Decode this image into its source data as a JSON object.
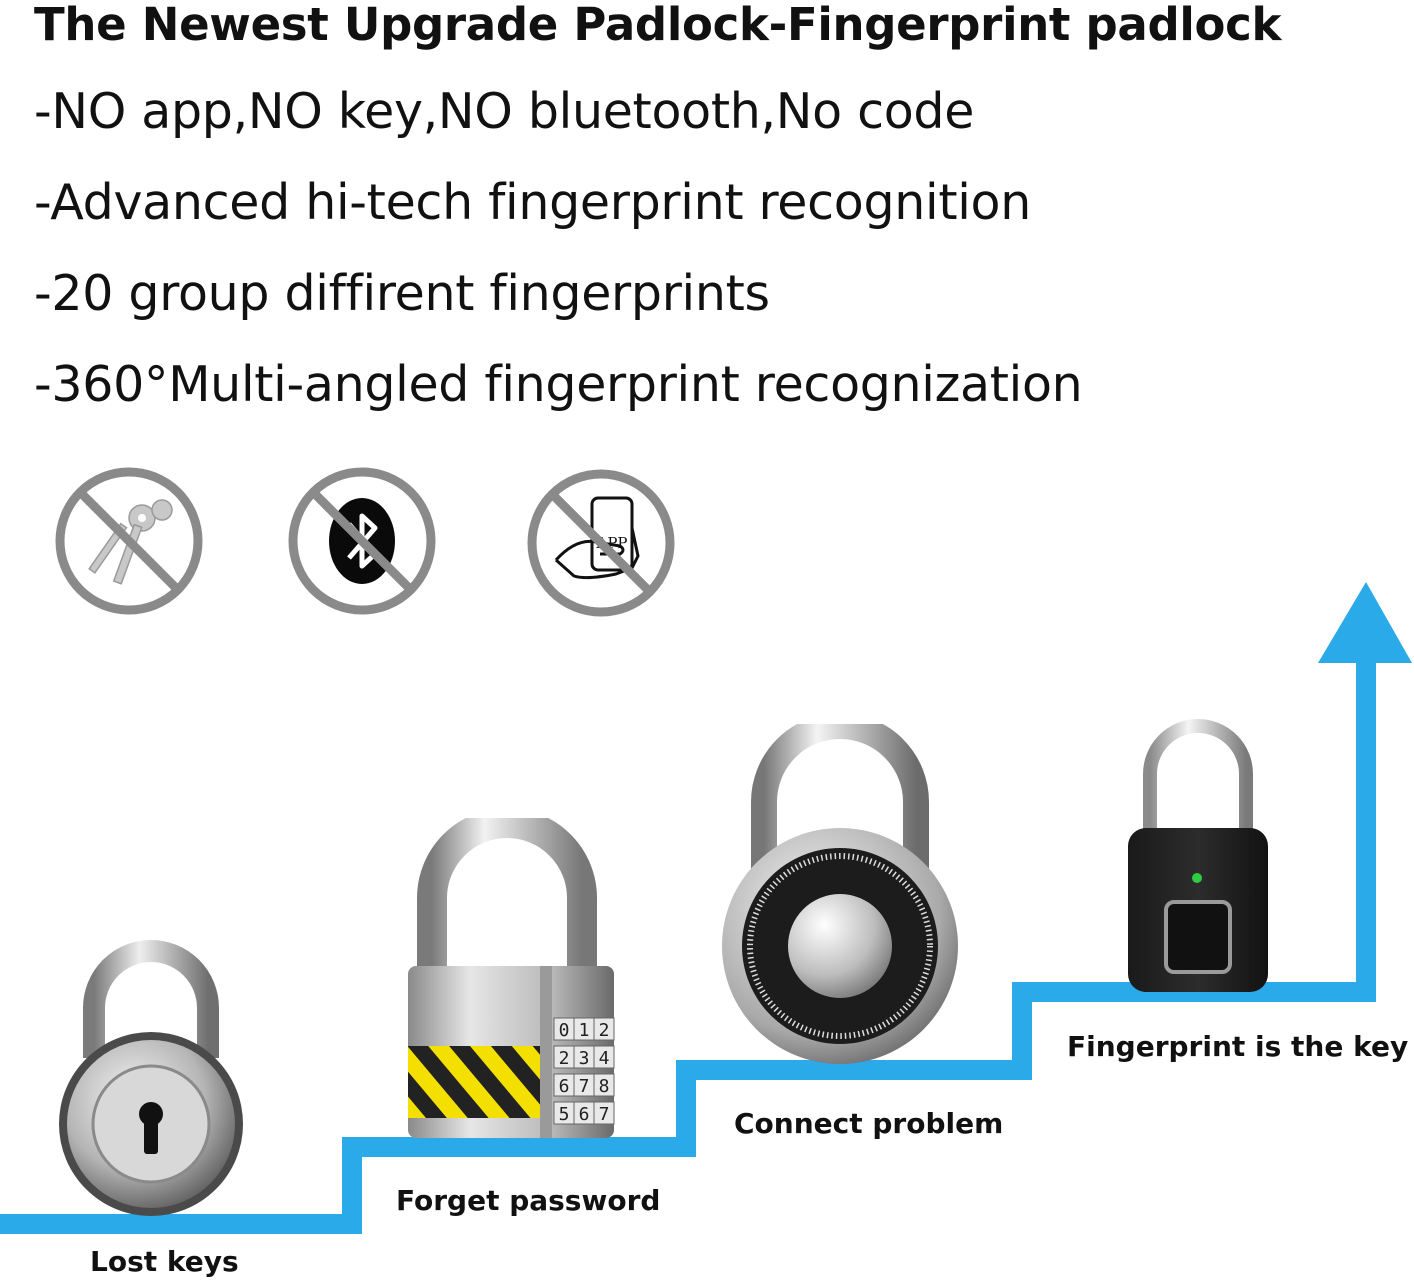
{
  "header": {
    "title": "The Newest Upgrade Padlock-Fingerprint padlock"
  },
  "features": [
    "-NO app,NO key,NO bluetooth,No code",
    "-Advanced hi-tech fingerprint recognition",
    "-20 group diffirent fingerprints",
    "-360°Multi-angled fingerprint recognization"
  ],
  "prohibited_icons": [
    {
      "icon": "no-key-icon"
    },
    {
      "icon": "no-bluetooth-icon"
    },
    {
      "icon": "no-app-icon",
      "label": "APP"
    }
  ],
  "steps": [
    {
      "label": "Lost keys",
      "icon": "keyed-padlock-icon"
    },
    {
      "label": "Forget password",
      "icon": "combination-padlock-icon",
      "digits": [
        [
          "0",
          "1",
          "2"
        ],
        [
          "2",
          "3",
          "4"
        ],
        [
          "6",
          "7",
          "8"
        ],
        [
          "5",
          "6",
          "7"
        ]
      ]
    },
    {
      "label": "Connect problem",
      "icon": "dial-padlock-icon"
    },
    {
      "label": "Fingerprint is the key",
      "icon": "fingerprint-padlock-icon"
    }
  ],
  "colors": {
    "accent": "#2AAAE8",
    "prohibit": "#8a8a8a"
  }
}
